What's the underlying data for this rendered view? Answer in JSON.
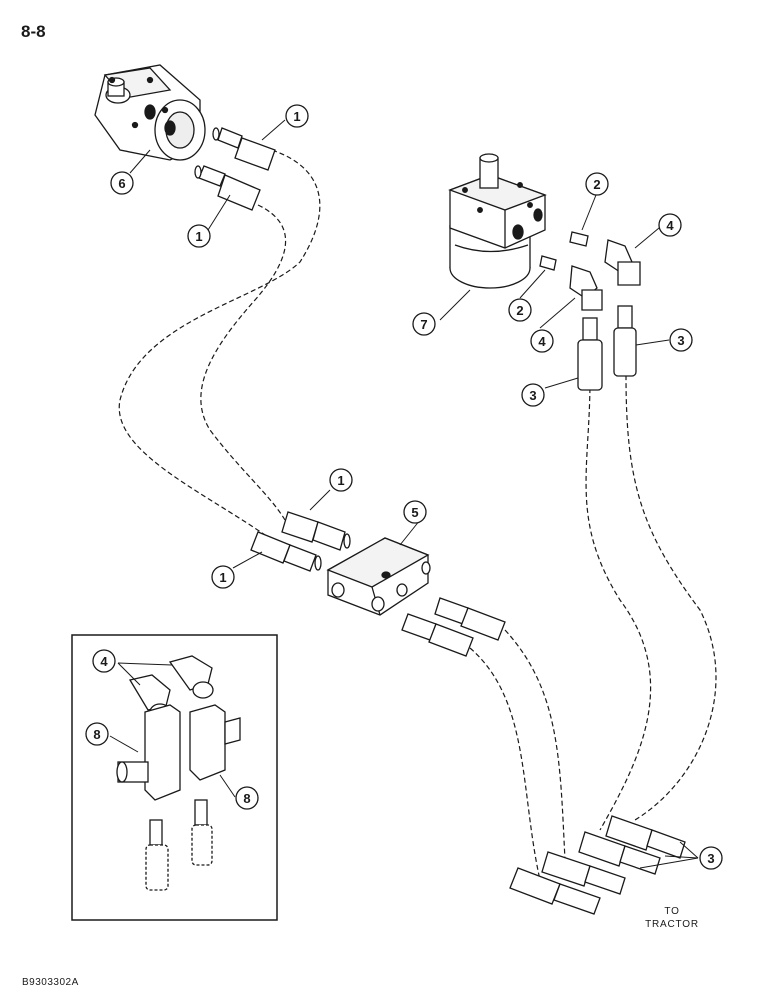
{
  "page": {
    "number": "8-8",
    "figure_code": "B9303302A"
  },
  "destination": {
    "line1": "TO",
    "line2": "TRACTOR"
  },
  "callouts": {
    "c1a": "1",
    "c1b": "1",
    "c1c": "1",
    "c1d": "1",
    "c2a": "2",
    "c2b": "2",
    "c3a": "3",
    "c3b": "3",
    "c3c": "3",
    "c4a": "4",
    "c4b": "4",
    "c4c": "4",
    "c5": "5",
    "c6": "6",
    "c7": "7",
    "c8a": "8",
    "c8b": "8"
  }
}
